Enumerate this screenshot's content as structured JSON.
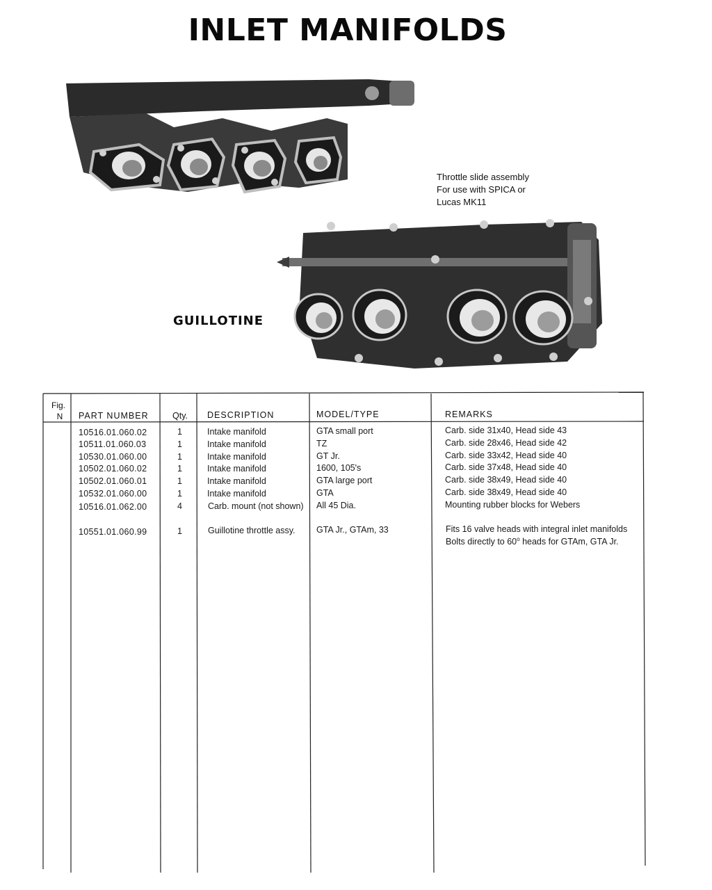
{
  "page": {
    "title": "INLET MANIFOLDS",
    "caption_lines": [
      "Throttle slide assembly",
      "For use with SPICA or",
      "Lucas MK11"
    ],
    "guillotine_label": "GUILLOTINE"
  },
  "table": {
    "headers": {
      "fig_line1": "Fig.",
      "fig_line2": "N",
      "part_number": "PART NUMBER",
      "qty": "Qty.",
      "description": "DESCRIPTION",
      "model_type": "MODEL/TYPE",
      "remarks": "REMARKS"
    },
    "rows": [
      {
        "part": "10516.01.060.02",
        "qty": "1",
        "desc": "Intake manifold",
        "model": "GTA small port",
        "remarks": "Carb. side 31x40, Head side 43"
      },
      {
        "part": "10511.01.060.03",
        "qty": "1",
        "desc": "Intake manifold",
        "model": "TZ",
        "remarks": "Carb. side 28x46, Head side 42"
      },
      {
        "part": "10530.01.060.00",
        "qty": "1",
        "desc": "Intake manifold",
        "model": "GT Jr.",
        "remarks": "Carb. side 33x42, Head side 40"
      },
      {
        "part": "10502.01.060.02",
        "qty": "1",
        "desc": "Intake manifold",
        "model": "1600, 105's",
        "remarks": "Carb. side 37x48, Head side 40"
      },
      {
        "part": "10502.01.060.01",
        "qty": "1",
        "desc": "Intake manifold",
        "model": "GTA large port",
        "remarks": "Carb. side 38x49, Head side 40"
      },
      {
        "part": "10532.01.060.00",
        "qty": "1",
        "desc": "Intake manifold",
        "model": "GTA",
        "remarks": "Carb. side 38x49, Head side 40"
      },
      {
        "part": "10516.01.062.00",
        "qty": "4",
        "desc": "Carb. mount (not shown)",
        "model": "All 45 Dia.",
        "remarks": "Mounting rubber blocks for Webers"
      }
    ],
    "last_row": {
      "part": "10551.01.060.99",
      "qty": "1",
      "desc": "Guillotine throttle assy.",
      "model": "GTA Jr., GTAm, 33",
      "remarks_line1": "Fits 16 valve heads with integral inlet manifolds",
      "remarks_line2_pre": "Bolts directly to 60",
      "remarks_line2_sup": "o",
      "remarks_line2_post": " heads for GTAm, GTA Jr."
    }
  }
}
